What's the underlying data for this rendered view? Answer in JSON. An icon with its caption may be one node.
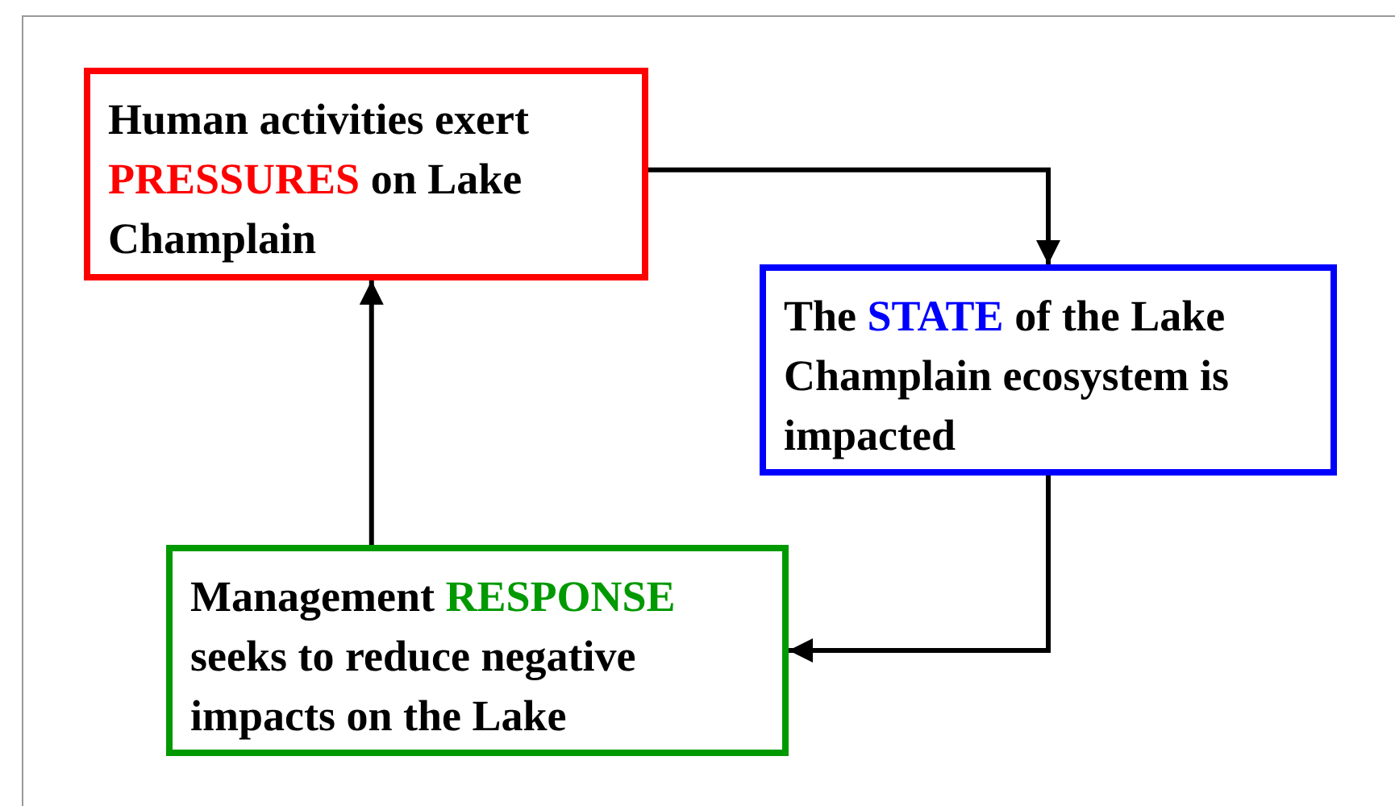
{
  "diagram": {
    "nodes": [
      {
        "text": [
          "Human activities exert PRESSURES on Lake Champlain"
        ]
      },
      {
        "text": [
          "The STATE of the Lake Champlain ecosystem is impacted"
        ]
      },
      {
        "text": [
          "Management RESPONSE seeks to reduce negative impacts on the Lake"
        ]
      }
    ],
    "edges": [
      {
        "from": 0,
        "to": 1,
        "arrow": "to"
      },
      {
        "from": 1,
        "to": 2,
        "arrow": "to"
      },
      {
        "from": 2,
        "to": 0,
        "arrow": "to"
      }
    ]
  }
}
